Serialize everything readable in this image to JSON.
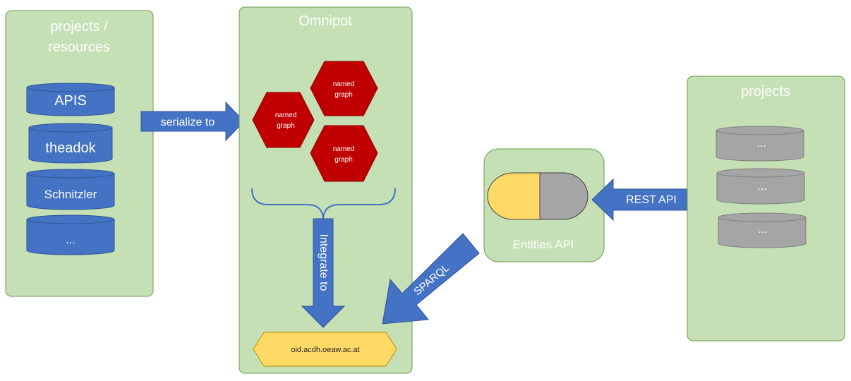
{
  "left_panel": {
    "title_line1": "projects /",
    "title_line2": "resources",
    "databases": [
      "APIS",
      "theadok",
      "Schnitzler",
      "..."
    ]
  },
  "center_panel": {
    "title": "Omnipot",
    "graphs": [
      {
        "line1": "named",
        "line2": "graph"
      },
      {
        "line1": "named",
        "line2": "graph"
      },
      {
        "line1": "named",
        "line2": "graph"
      }
    ],
    "integrate_label": "Integrate to",
    "endpoint": "oid.acdh.oeaw.ac.at"
  },
  "arrows": {
    "serialize": "serialize to",
    "sparql": "SPARQL",
    "rest": "REST API"
  },
  "entities_panel": {
    "title": "Entities API"
  },
  "right_panel": {
    "title": "projects",
    "databases": [
      "...",
      "...",
      "..."
    ]
  },
  "colors": {
    "panel_fill": "#c5e0b4",
    "panel_stroke": "#6f9a50",
    "panel_title": "#ffffff",
    "db_blue": "#4472c4",
    "db_blue_stroke": "#2f5597",
    "db_gray": "#a5a5a5",
    "db_gray_stroke": "#7f7f7f",
    "graph_red": "#c00000",
    "endpoint_yellow": "#ffd966",
    "arrow_blue": "#4472c4"
  }
}
